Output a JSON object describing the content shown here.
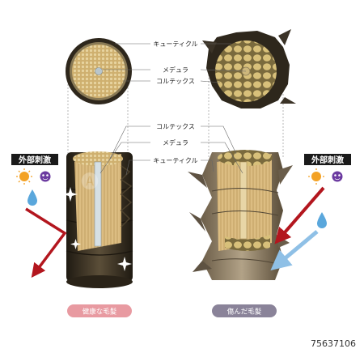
{
  "labels": {
    "cuticle": "キューティクル",
    "medulla": "メデュラ",
    "cortex": "コルテックス"
  },
  "stimulus_label": "外部刺激",
  "healthy_caption": "健康な毛髪",
  "damaged_caption": "傷んだ毛髪",
  "stock_id": "75637106",
  "colors": {
    "cuticle_dark": "#3b3327",
    "cortex_tan": "#d9b77a",
    "medulla_gray": "#b9c6cc",
    "red_arrow": "#b3161e",
    "blue_arrow": "#8fc0e6",
    "tag_bg": "#1a1a1a",
    "healthy_badge": "#e89aa1",
    "damaged_badge": "#8a8399"
  },
  "icons": [
    "sun-icon",
    "germ-icon",
    "water-drop-icon"
  ]
}
